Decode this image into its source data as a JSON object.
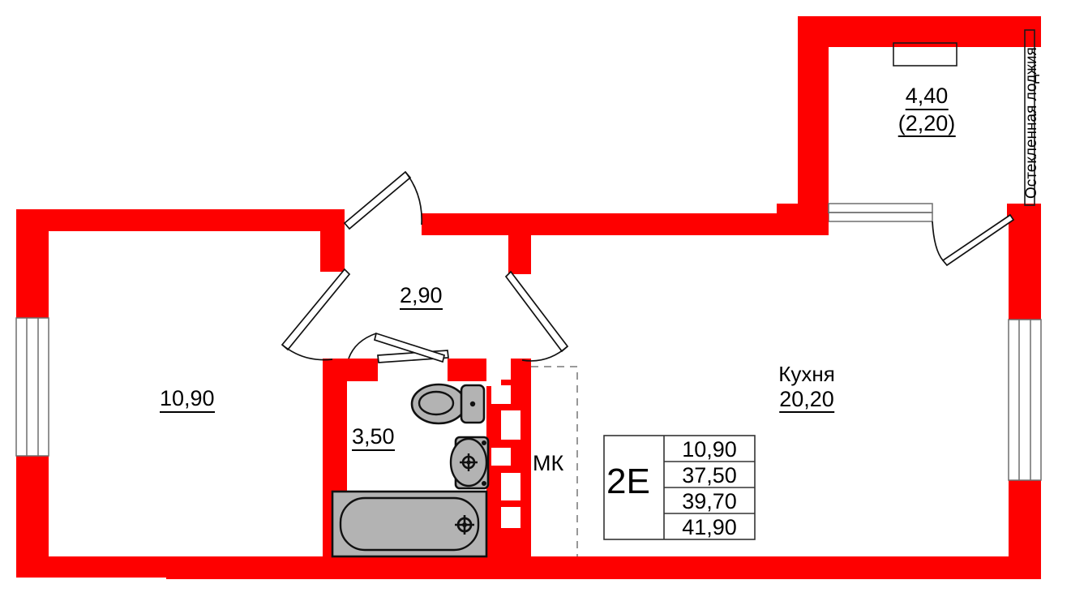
{
  "plan": {
    "title": "Планировка квартиры 2Е",
    "colors": {
      "wall": "#fe0000",
      "fixture": "#b3b3b3",
      "outline": "#111111",
      "dashed": "#8c8c8c"
    }
  },
  "rooms": [
    {
      "id": "living-room",
      "name": "",
      "area": "10,90"
    },
    {
      "id": "hall",
      "name": "",
      "area": "2,90"
    },
    {
      "id": "bathroom",
      "name": "",
      "area": "3,50"
    },
    {
      "id": "kitchen",
      "name": "Кухня",
      "area": "20,20"
    },
    {
      "id": "loggia",
      "name": "Остекленная лоджия",
      "area": "4,40",
      "area_coeff": "(2,20)"
    }
  ],
  "labels": {
    "living_room_area": "10,90",
    "hall_area": "2,90",
    "bathroom_area": "3,50",
    "kitchen_name": "Кухня",
    "kitchen_area": "20,20",
    "loggia_area": "4,40",
    "loggia_area_coeff": "(2,20)",
    "loggia_name": "Остекленная лоджия",
    "mk": "МК"
  },
  "info_table": {
    "type": "2Е",
    "rows": [
      "10,90",
      "37,50",
      "39,70",
      "41,90"
    ]
  },
  "fixtures": [
    {
      "name": "toilet"
    },
    {
      "name": "sink"
    },
    {
      "name": "bathtub"
    }
  ]
}
